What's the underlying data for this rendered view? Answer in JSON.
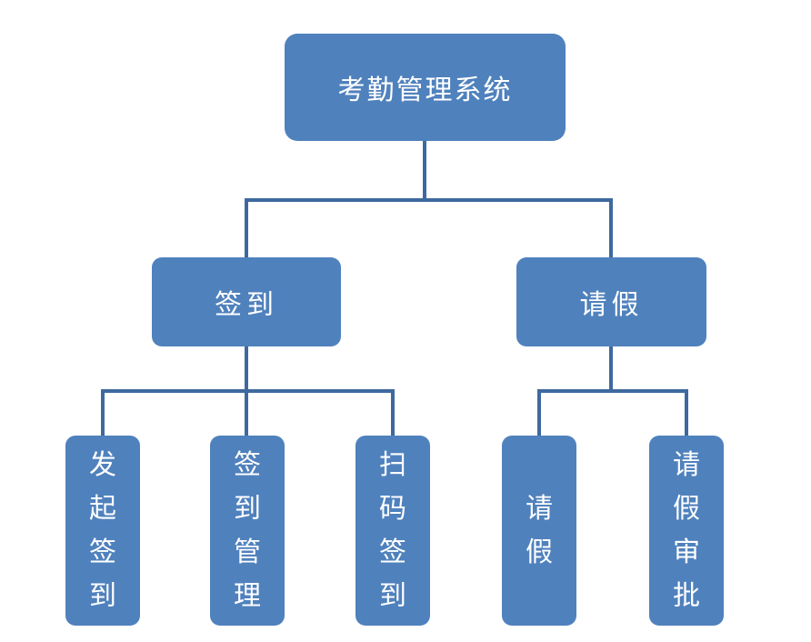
{
  "chart_data": {
    "type": "org-tree",
    "title": "考勤管理系统",
    "root": {
      "label": "考勤管理系统"
    },
    "branches": [
      {
        "label": "签到",
        "children": [
          {
            "label": "发起签到"
          },
          {
            "label": "签到管理"
          },
          {
            "label": "扫码签到"
          }
        ]
      },
      {
        "label": "请假",
        "children": [
          {
            "label": "请假"
          },
          {
            "label": "请假审批"
          }
        ]
      }
    ],
    "layout_hints": {
      "levels": 3,
      "level3_text_orientation": "vertical"
    },
    "colors": {
      "node_fill": "#4F81BD",
      "connector": "#3E699E",
      "text": "#FFFFFF",
      "background": "#FFFFFF"
    }
  }
}
